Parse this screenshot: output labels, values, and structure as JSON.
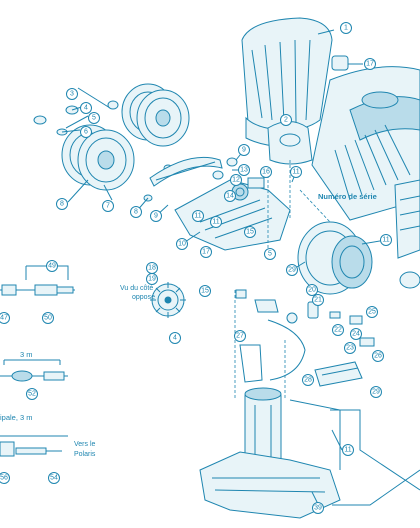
{
  "labels": {
    "serial_number": "Numéro de série",
    "opposite_view_line1": "Vu du côté",
    "opposite_view_line2": "opposé",
    "length_3m": "3 m",
    "main_hose_3m": "ipale, 3 m",
    "to_polaris_line1": "Vers le",
    "to_polaris_line2": "Polaris"
  },
  "callouts": [
    "1",
    "17",
    "3",
    "4",
    "5",
    "6",
    "7",
    "8",
    "9",
    "9",
    "8",
    "2",
    "10",
    "11",
    "11",
    "12",
    "13",
    "14",
    "16",
    "15",
    "11",
    "17",
    "5",
    "29",
    "11",
    "18",
    "19",
    "15",
    "4",
    "20",
    "21",
    "22",
    "23",
    "24",
    "25",
    "26",
    "27",
    "28",
    "29",
    "11",
    "39",
    "49",
    "47",
    "50",
    "52",
    "54",
    "56"
  ],
  "colors": {
    "line": "#1f86b0",
    "fill": "#e8f4f8",
    "shade": "#b9dcea"
  }
}
